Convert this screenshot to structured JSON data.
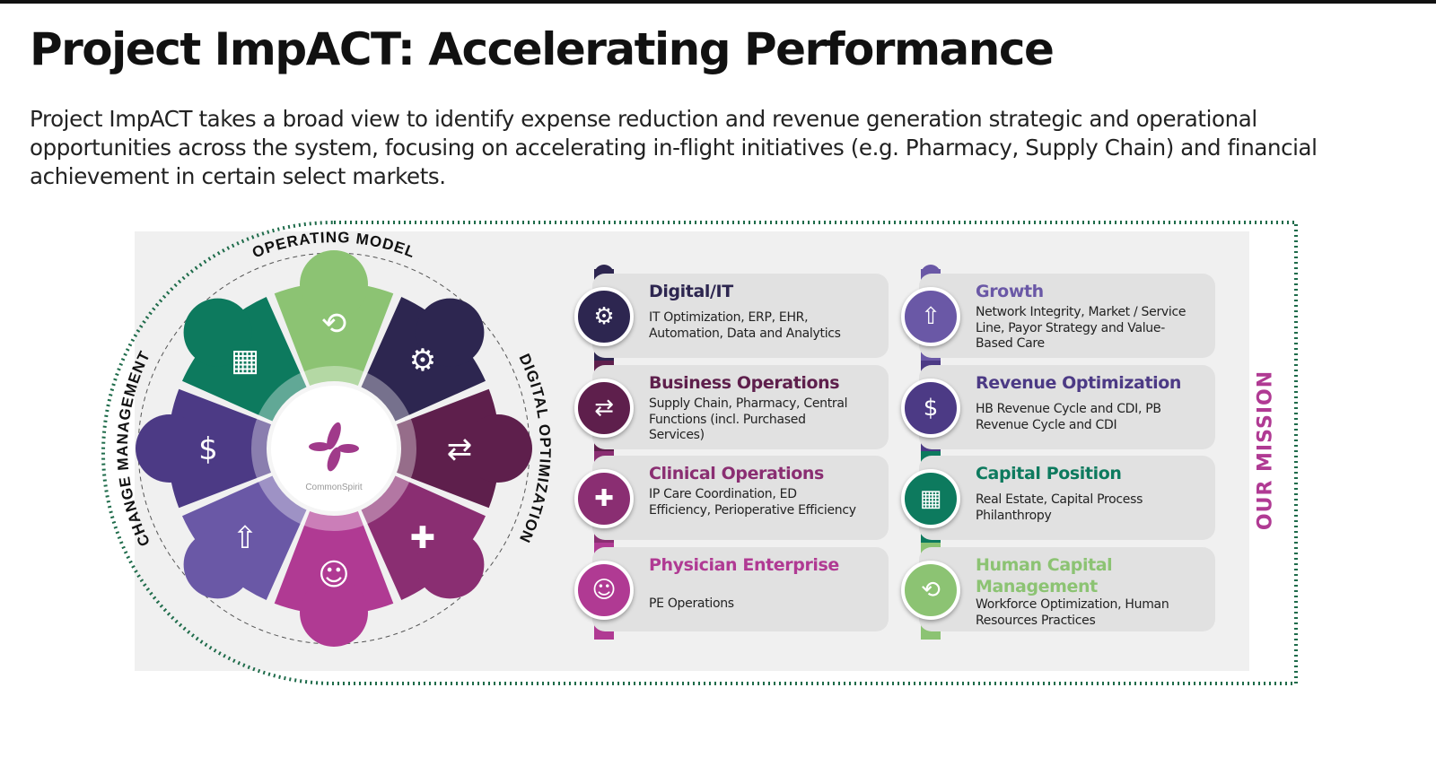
{
  "title": "Project ImpACT: Accelerating Performance",
  "subtitle": "Project ImpACT takes a broad view to identify expense reduction and revenue generation strategic and operational opportunities across the system, focusing on accelerating in-flight initiatives (e.g. Pharmacy, Supply Chain) and  financial achievement in certain select markets.",
  "wheel": {
    "labels": {
      "top": "OPERATING MODEL",
      "right": "DIGITAL OPTIMIZATION",
      "left": "CHANGE MANAGEMENT"
    },
    "logo_text": "CommonSpirit",
    "segments": [
      {
        "icon": "people-cycle-icon",
        "glyph": "⟲",
        "color": "#8cc373"
      },
      {
        "icon": "laptop-gear-icon",
        "glyph": "⚙",
        "color": "#2d2650"
      },
      {
        "icon": "supply-chain-icon",
        "glyph": "⇄",
        "color": "#5e1f4c"
      },
      {
        "icon": "hand-shield-icon",
        "glyph": "✚",
        "color": "#8a2e72"
      },
      {
        "icon": "physician-icon",
        "glyph": "☺",
        "color": "#b03a93"
      },
      {
        "icon": "growth-arrows-icon",
        "glyph": "⇧",
        "color": "#6a58a6"
      },
      {
        "icon": "globe-money-icon",
        "glyph": "$",
        "color": "#4c3a85"
      },
      {
        "icon": "buildings-icon",
        "glyph": "▦",
        "color": "#0d7a5e"
      }
    ]
  },
  "cards_left": [
    {
      "title": "Digital/IT",
      "desc": "IT Optimization, ERP, EHR, Automation, Data and Analytics",
      "color": "#2d2650",
      "icon": "laptop-gear-icon",
      "glyph": "⚙"
    },
    {
      "title": "Business Operations",
      "desc": "Supply Chain, Pharmacy, Central Functions (incl. Purchased Services)",
      "color": "#5e1f4c",
      "icon": "supply-chain-icon",
      "glyph": "⇄"
    },
    {
      "title": "Clinical Operations",
      "desc": "IP Care Coordination, ED Efficiency, Perioperative Efficiency",
      "color": "#8a2e72",
      "icon": "hand-shield-icon",
      "glyph": "✚"
    },
    {
      "title": "Physician Enterprise",
      "desc": "PE Operations",
      "color": "#b03a93",
      "icon": "physician-icon",
      "glyph": "☺"
    }
  ],
  "cards_right": [
    {
      "title": "Growth",
      "desc": "Network Integrity, Market / Service Line, Payor Strategy and Value-Based Care",
      "color": "#6a58a6",
      "icon": "growth-arrows-icon",
      "glyph": "⇧"
    },
    {
      "title": "Revenue Optimization",
      "desc": "HB Revenue Cycle and CDI, PB Revenue Cycle and CDI",
      "color": "#4c3a85",
      "icon": "globe-money-icon",
      "glyph": "$"
    },
    {
      "title": "Capital Position",
      "desc": "Real Estate, Capital Process Philanthropy",
      "color": "#0d7a5e",
      "icon": "buildings-icon",
      "glyph": "▦"
    },
    {
      "title": "Human Capital Management",
      "desc": "Workforce Optimization, Human Resources Practices",
      "color": "#8cc373",
      "icon": "people-cycle-icon",
      "glyph": "⟲"
    }
  ],
  "mission": "OUR MISSION"
}
